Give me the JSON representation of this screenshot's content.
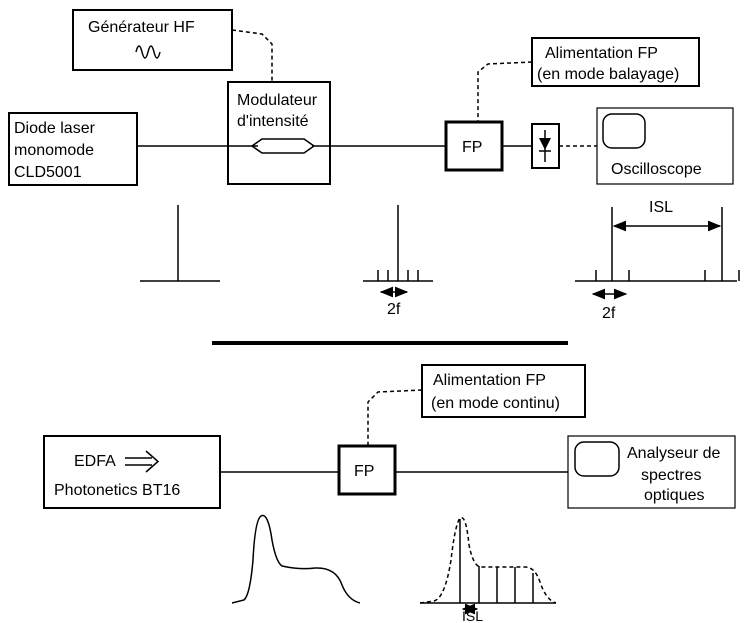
{
  "setup_top": {
    "generator": {
      "label": "Générateur  HF",
      "icon": "sine-wave-icon"
    },
    "laser": {
      "lines": [
        "Diode laser",
        "monomode",
        "CLD5001"
      ]
    },
    "modulator": {
      "lines": [
        "Modulateur",
        "d'intensité"
      ]
    },
    "fp_supply": {
      "lines": [
        "Alimentation FP",
        "(en mode balayage)"
      ]
    },
    "fp": {
      "label": "FP"
    },
    "detector": {
      "icon": "photodiode-icon"
    },
    "scope": {
      "label": "Oscilloscope",
      "icon": "screen-icon"
    },
    "spectra": {
      "center_spacing_label": "2f",
      "right_spacing_label": "2f",
      "isl_label": "ISL"
    }
  },
  "setup_bottom": {
    "edfa": {
      "lines": [
        "EDFA",
        "Photonetics BT16"
      ],
      "arrow_icon": "double-arrow-right-icon"
    },
    "fp_supply": {
      "lines": [
        "Alimentation FP",
        "(en mode continu)"
      ]
    },
    "fp": {
      "label": "FP"
    },
    "osa": {
      "lines": [
        "Analyseur de",
        "spectres",
        "optiques"
      ],
      "icon": "screen-icon"
    },
    "spectra": {
      "isl_label": "ISL"
    }
  },
  "colors": {
    "ink": "#000000",
    "background": "#ffffff"
  }
}
